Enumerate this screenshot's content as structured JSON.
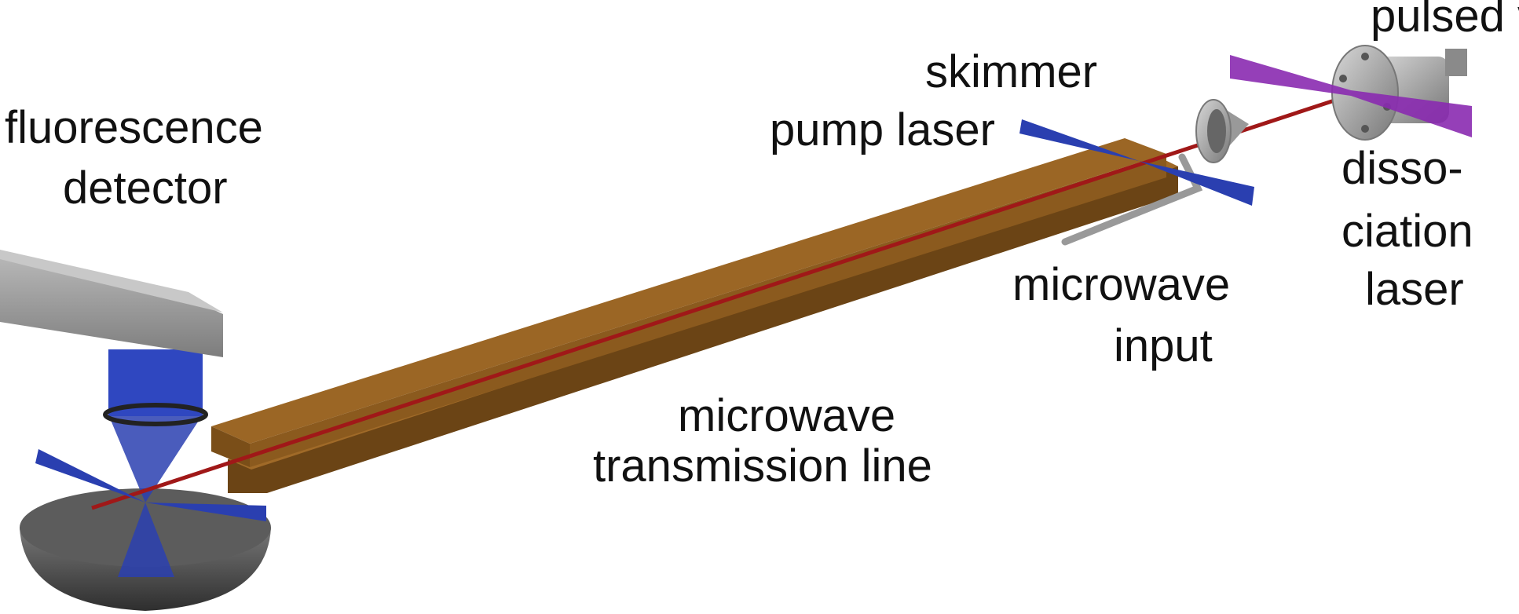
{
  "labels": {
    "fluorescence_detector": [
      "fluorescence",
      "detector"
    ],
    "pump_laser": "pump laser",
    "skimmer": "skimmer",
    "pulsed_valve": "pulsed valve",
    "dissociation_laser": [
      "disso-",
      "ciation",
      "laser"
    ],
    "microwave_input": [
      "microwave",
      "input"
    ],
    "transmission_line": [
      "microwave",
      "transmission line"
    ]
  },
  "colors": {
    "molecular_beam": "#a01818",
    "pump_laser": "#2a3fb0",
    "dissociation_laser": "#8a2ab0",
    "transmission_line": "#8b5a1e",
    "detector": "#9a9a9a"
  }
}
